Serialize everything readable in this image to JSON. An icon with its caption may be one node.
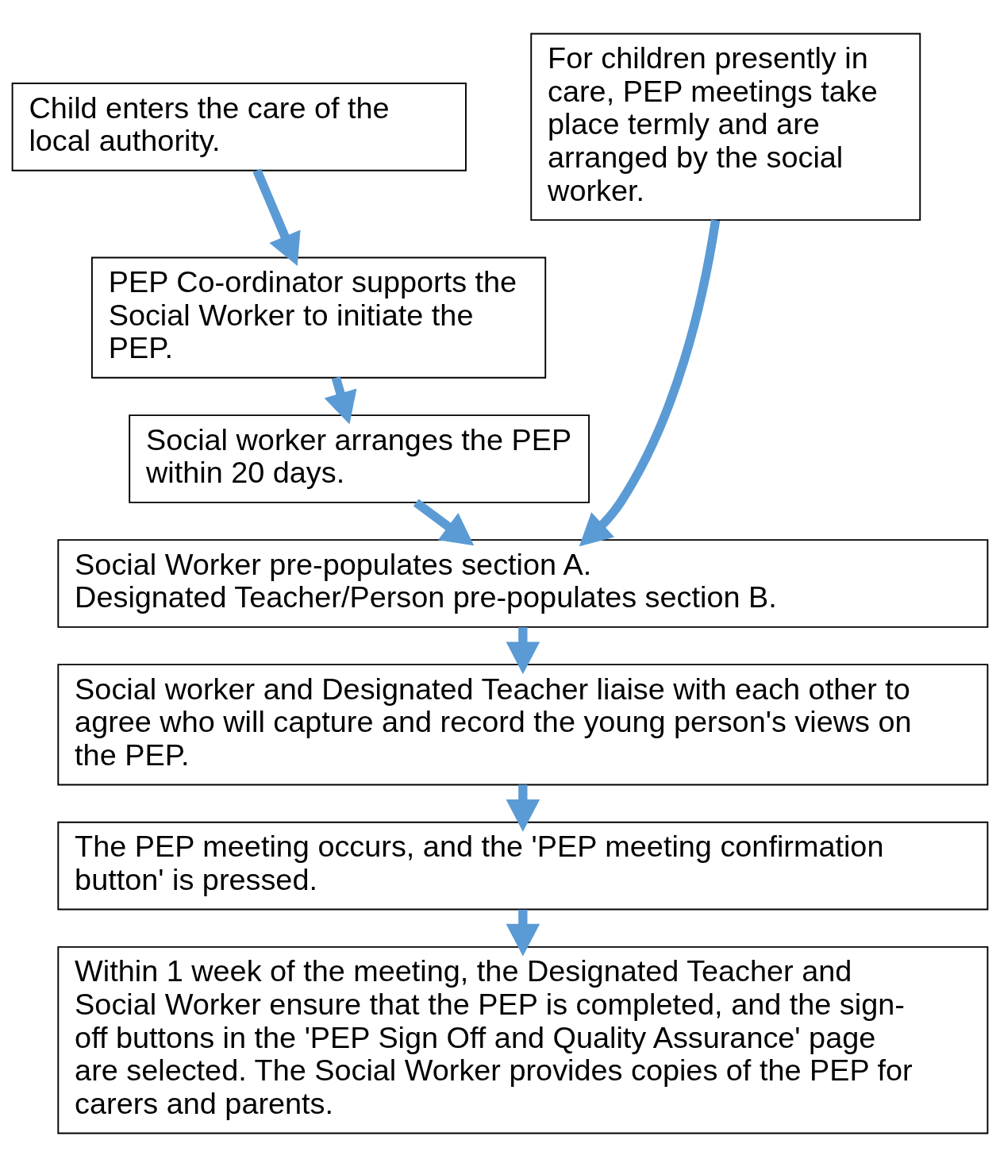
{
  "diagram": {
    "nodes": [
      {
        "text": [
          "Child enters the care of the local authority."
        ]
      },
      {
        "text": [
          "PEP Co-ordinator supports the Social Worker to initiate the PEP."
        ]
      },
      {
        "text": [
          "Social worker arranges the PEP within 20 days."
        ]
      },
      {
        "text": [
          "For children presently in care, PEP meetings take place termly and are arranged by the social worker."
        ]
      },
      {
        "text": [
          "Social Worker pre-populates section A.",
          "Designated Teacher/Person pre-populates section B."
        ]
      },
      {
        "text": [
          "Social worker and Designated Teacher liaise with each other to agree who will capture and record the young person's views on the PEP."
        ]
      },
      {
        "text": [
          "The PEP meeting occurs, and the 'PEP meeting confirmation button' is pressed."
        ]
      },
      {
        "text": [
          "Within 1 week of the meeting, the Designated Teacher and Social Worker ensure that the PEP is completed, and the sign-off buttons in the 'PEP Sign Off and Quality Assurance' page are selected. The Social Worker provides copies of the PEP for carers and parents."
        ]
      }
    ],
    "edges": [
      {
        "from": 0,
        "to": 1,
        "arrow": "to"
      },
      {
        "from": 1,
        "to": 2,
        "arrow": "to"
      },
      {
        "from": 2,
        "to": 4,
        "arrow": "to"
      },
      {
        "from": 3,
        "to": 4,
        "arrow": "to"
      },
      {
        "from": 4,
        "to": 5,
        "arrow": "to"
      },
      {
        "from": 5,
        "to": 6,
        "arrow": "to"
      },
      {
        "from": 6,
        "to": 7,
        "arrow": "to"
      }
    ]
  }
}
